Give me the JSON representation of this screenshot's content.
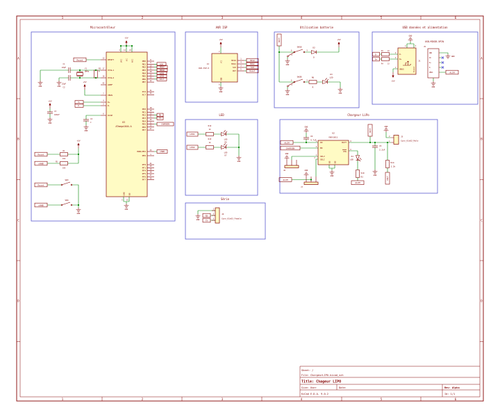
{
  "common": {
    "p5v": "+5V",
    "gnd": "GND"
  },
  "ruler": {
    "cols": [
      "1",
      "2",
      "3",
      "4",
      "5",
      "6"
    ],
    "rows": [
      "A",
      "B",
      "C",
      "D"
    ]
  },
  "title_block": {
    "sheet": "Sheet: /",
    "file": "File: ChargeurLIPO.kicad_sch",
    "title": "Title: Chageur LIPO",
    "size": "Size: User",
    "date": "Date:",
    "tool": "KiCad E.D.A. 9.0.2",
    "rev": "Rev: Alpha",
    "id": "Id: 1/1"
  },
  "micro": {
    "title": "Microcontrôleur",
    "u3": {
      "ref": "U3",
      "value": "ATmega16U4-A"
    },
    "pins_left": [
      {
        "n": "13",
        "name": "RESET"
      },
      {
        "n": "17",
        "name": "XTAL1"
      },
      {
        "n": "16",
        "name": "XTAL2"
      },
      {
        "n": "42",
        "name": "AREF"
      },
      {
        "n": "7",
        "name": "VBUS"
      },
      {
        "n": "4",
        "name": "D+"
      },
      {
        "n": "3",
        "name": "D-"
      },
      {
        "n": "6",
        "name": "UCAP"
      }
    ],
    "pins_top": [
      {
        "n": "2",
        "name": "UVCC"
      },
      {
        "n": "14",
        "name": "VCC"
      },
      {
        "n": "24",
        "name": "AVCC"
      }
    ],
    "pins_bottom": [
      {
        "n": "5",
        "name": "UGND"
      },
      {
        "n": "15",
        "name": "GND"
      }
    ],
    "pins_pb": [
      {
        "n": "8",
        "name": "PB0"
      },
      {
        "n": "9",
        "name": "PB1"
      },
      {
        "n": "10",
        "name": "PB2"
      },
      {
        "n": "11",
        "name": "PB3"
      },
      {
        "n": "28",
        "name": "PB4"
      },
      {
        "n": "29",
        "name": "PB5"
      },
      {
        "n": "30",
        "name": "PB6"
      },
      {
        "n": "12",
        "name": "PB7"
      }
    ],
    "pins_pc": [
      {
        "n": "31",
        "name": "PC6"
      },
      {
        "n": "32",
        "name": "PC7"
      }
    ],
    "pins_pd": [
      {
        "n": "18",
        "name": "PD0"
      },
      {
        "n": "19",
        "name": "PD1"
      },
      {
        "n": "20",
        "name": "PD2"
      },
      {
        "n": "21",
        "name": "PD3"
      },
      {
        "n": "25",
        "name": "PD4"
      },
      {
        "n": "22",
        "name": "PD5"
      },
      {
        "n": "26",
        "name": "PD6"
      },
      {
        "n": "27",
        "name": "PD7"
      }
    ],
    "pins_pe": [
      {
        "n": "33",
        "name": "HWB/PE2"
      },
      {
        "n": "1",
        "name": "PE6"
      }
    ],
    "pins_pf": [
      {
        "n": "41",
        "name": "PF0"
      },
      {
        "n": "40",
        "name": "PF1"
      },
      {
        "n": "39",
        "name": "PF4"
      },
      {
        "n": "38",
        "name": "PF5"
      },
      {
        "n": "37",
        "name": "PF6"
      },
      {
        "n": "36",
        "name": "PF7"
      }
    ],
    "tags": {
      "sck": "SCK",
      "mosi": "MOSI",
      "miso": "MISO",
      "led1": "LED1",
      "led2": "LED2",
      "volt": "VOLT",
      "rx": "RX",
      "tx": "TX",
      "chargen": "CHARGEN",
      "nhwb": "nHWB",
      "reset": "Reset",
      "dp": "D+",
      "dm": "D-"
    },
    "c1": {
      "ref": "C1",
      "value": "22pF"
    },
    "c2": {
      "ref": "C2",
      "value": "22pF"
    },
    "c3": {
      "ref": "C3",
      "value": "100nF"
    },
    "c4": {
      "ref": "C4",
      "value": "C"
    },
    "y1": {
      "ref": "Y1",
      "value": "8MHz"
    },
    "r2": {
      "ref": "R2",
      "value": "R"
    },
    "r1": {
      "ref": "R1",
      "value": "10k"
    },
    "r5": {
      "ref": "R5",
      "value": "10k"
    },
    "sw3": "SW3",
    "sw4": "SW4"
  },
  "avr": {
    "title": "AVR ISP",
    "j2": {
      "ref": "J2",
      "value": "AVR-ISP-6"
    },
    "vcc": {
      "n": "2",
      "name": "VCC"
    },
    "gnd_pin": {
      "n": "6",
      "name": "GND"
    },
    "pins": [
      {
        "n": "1",
        "name": "MISO",
        "tag": "MISO"
      },
      {
        "n": "4",
        "name": "MOSI",
        "tag": "MOSI"
      },
      {
        "n": "3",
        "name": "SCK",
        "tag": "SCK"
      },
      {
        "n": "5",
        "name": "RST",
        "tag": "Reset"
      }
    ]
  },
  "batt": {
    "title": "Utilisation batterie",
    "tag_batt": "BATT",
    "sw1": "SW1B",
    "sw2": "SW2B",
    "d2": {
      "ref": "D2",
      "value": "D"
    },
    "d3": {
      "ref": "D3",
      "value": "LED"
    },
    "r6": {
      "ref": "R6",
      "value": "R"
    },
    "n6": "6",
    "n5": "5",
    "n4": "4"
  },
  "usb": {
    "title": "USB données et alimentation",
    "j1": "J1",
    "j5": "J5",
    "mini_name": "USB-MINIB-5PIN",
    "r3": {
      "ref": "R3",
      "value": "22"
    },
    "r4": {
      "ref": "R4",
      "value": "22"
    },
    "tag_dm": "D-",
    "tag_dp": "D+",
    "tag_alim": "ALIM",
    "p_dm": {
      "n": "2",
      "name": "D-"
    },
    "p_dp": {
      "n": "3",
      "name": "D+"
    },
    "p_vbus": {
      "n": "1",
      "name": "VBUS"
    },
    "p_gnd": "4",
    "p_shield": "5",
    "shield": "Shield",
    "mini_pins": [
      {
        "name": "GND"
      },
      {
        "name": "ID"
      },
      {
        "name": "D+"
      },
      {
        "name": "D-"
      },
      {
        "name": "VBUS"
      }
    ]
  },
  "led": {
    "title": "LED",
    "rows": [
      {
        "tag": "LED1",
        "r_ref": "R12",
        "r_val": "1k",
        "d_ref": "D6",
        "d_val": "LED"
      },
      {
        "tag": "LED2",
        "r_ref": "R13",
        "r_val": "1k",
        "d_ref": "D7",
        "d_val": "LED"
      }
    ]
  },
  "chg": {
    "title": "Chargeur LiPo",
    "u2": {
      "ref": "U2",
      "value": "MAX1811"
    },
    "p_in": {
      "n": "4",
      "name": "IN"
    },
    "p_en": {
      "n": "3",
      "name": "EN"
    },
    "p_selv": {
      "n": "1",
      "name": "SELV"
    },
    "p_seli": {
      "n": "2",
      "name": "SELI"
    },
    "p_batt": {
      "n": "8",
      "name": "BATT"
    },
    "p_chg": {
      "n": "6",
      "name": "CHG"
    },
    "c6": {
      "ref": "C6",
      "value": "4.7uF"
    },
    "c5": {
      "ref": "C5",
      "value": "2.2uF"
    },
    "d1": {
      "ref": "D1",
      "value": "LED"
    },
    "r3": {
      "ref": "R3",
      "value": "510"
    },
    "r14": {
      "ref": "R14",
      "value": "2.2k"
    },
    "j3": {
      "ref": "J3",
      "value": "Conn_01x02_Male",
      "p1": "1",
      "p2": "2"
    },
    "j6": "J6",
    "j7": "J7",
    "tag_alim": "ALIM",
    "tag_chargen": "CHARGEN",
    "tag_batt": "BATT",
    "tag_volt": "VOLT"
  },
  "serie": {
    "title": "Série",
    "j4": {
      "ref": "J4",
      "value": "Conn_01x03_Female"
    },
    "pins": [
      "1",
      "2",
      "3"
    ],
    "tag_rx": "RX",
    "tag_tx": "TX"
  }
}
